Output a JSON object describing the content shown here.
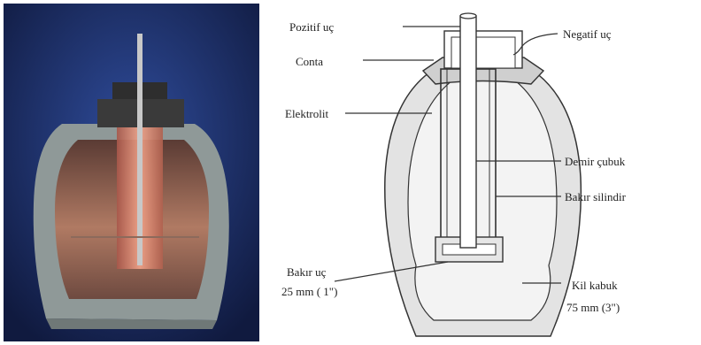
{
  "labels": {
    "positive_terminal": "Pozitif uç",
    "negative_terminal": "Negatif uç",
    "seal": "Conta",
    "electrolyte": "Elektrolit",
    "iron_rod": "Demir çubuk",
    "copper_cylinder": "Bakır silindir",
    "copper_tip": "Bakır uç",
    "copper_tip_size": "25 mm ( 1\")",
    "clay_shell": "Kil kabuk",
    "clay_shell_size": "75 mm (3\")"
  },
  "colors": {
    "photo_background": "#1d2f6a",
    "clay": "#9aa3a2",
    "copper": "#d88870",
    "stopper": "#2e2e2e",
    "shell_fill": "#d9d9d9",
    "line": "#333333"
  }
}
